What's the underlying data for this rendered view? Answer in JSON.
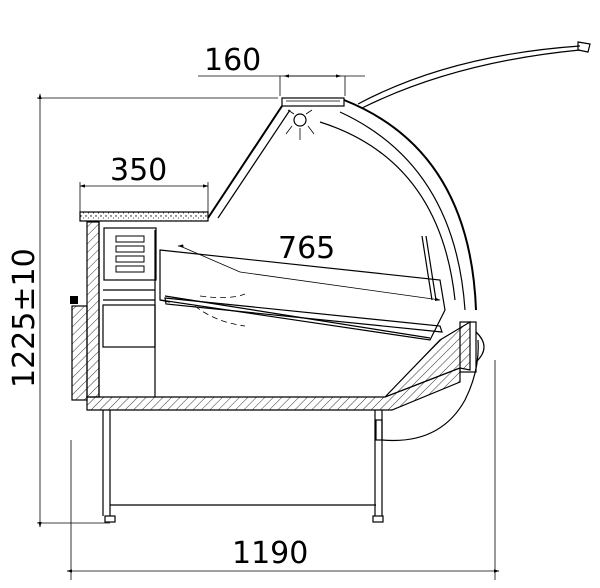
{
  "dimensions": {
    "top_width": "160",
    "worktop_depth": "350",
    "shelf_depth": "765",
    "height": "1225±10",
    "total_width": "1190"
  }
}
